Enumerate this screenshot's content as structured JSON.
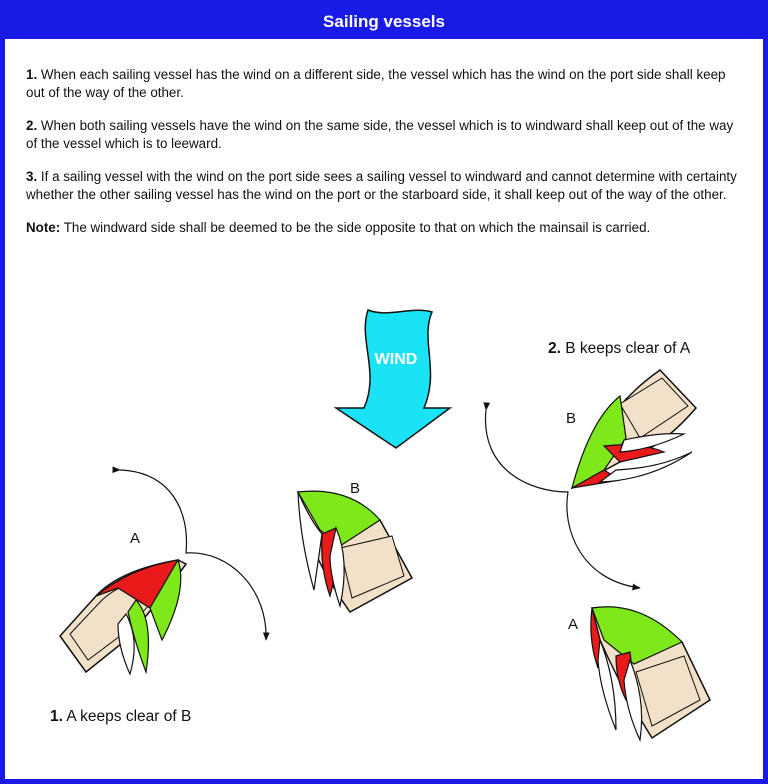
{
  "title": "Sailing vessels",
  "rules": [
    {
      "num": "1.",
      "text": "When each sailing vessel has the wind on a different side, the vessel which has the wind on the port side shall keep out of the way of the other."
    },
    {
      "num": "2.",
      "text": "When both sailing vessels have the wind on the same side, the vessel which is to windward shall keep out of the way of the vessel which is to leeward."
    },
    {
      "num": "3.",
      "text": "If a sailing vessel with the wind on the port side sees a sailing vessel to windward and cannot determine with certainty whether the other sailing vessel has the wind on the port or the starboard side, it shall keep out of the way of the other."
    }
  ],
  "note": {
    "label": "Note:",
    "text": "The windward side shall be deemed to be the side opposite to that on which the mainsail is carried."
  },
  "wind_label": "WIND",
  "captions": {
    "one": {
      "num": "1.",
      "text": "A keeps clear of B"
    },
    "two": {
      "num": "2.",
      "text": "B keeps clear of A"
    }
  },
  "letters": {
    "a1": "A",
    "b1": "B",
    "b2": "B",
    "a2": "A"
  },
  "colors": {
    "frame": "#1a1ae6",
    "wind_arrow": "#19e3f5",
    "hull": "#f2e0c8",
    "sail_green": "#7ee81a",
    "sail_red": "#e81a1a"
  }
}
